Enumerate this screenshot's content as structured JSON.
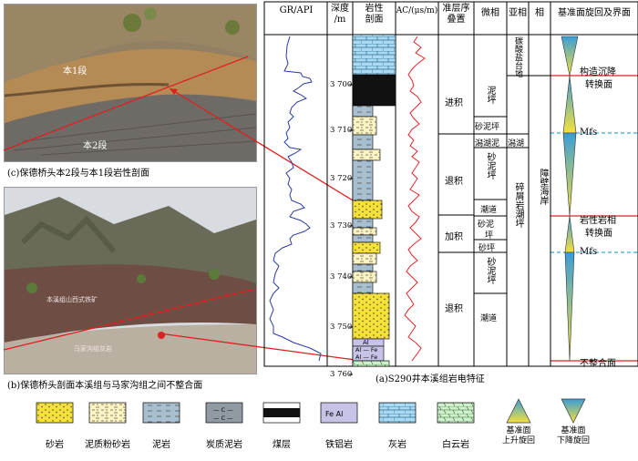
{
  "photos": {
    "c": {
      "label_upper": "本1段",
      "label_lower": "本2段",
      "caption": "(c)保德桥头本2段与本1段岩性剖面"
    },
    "b": {
      "label_upper": "本溪组山西式铁矿",
      "label_lower": "马家沟组灰岩",
      "caption": "(b)保德桥头剖面本溪组与马家沟组之间不整合面"
    }
  },
  "column": {
    "headers": {
      "gr": "GR/API",
      "depth": "深度\n/m",
      "lith": "岩性\n剖面",
      "ac": "AC/(μs/m)",
      "sequence": "准层序\n叠置",
      "microfacies": "微相",
      "subfacies": "亚相",
      "facies": "相",
      "cycle": "基准面旋回及界面"
    },
    "depth_ticks": [
      "3 700",
      "3 710",
      "3 720",
      "3 730",
      "3 740",
      "3 750",
      "3 760"
    ],
    "stacking": [
      "进积",
      "退积",
      "加积",
      "退积"
    ],
    "microfacies": [
      "泥\n坪",
      "砂泥坪",
      "潟湖泥",
      "砂\n泥\n坪",
      "潮道",
      "砂泥\n坪",
      "砂坪",
      "砂\n泥\n坪",
      "潮道"
    ],
    "subfacies": [
      "碳\n酸\n盐\n台\n地",
      "潟湖",
      "碎\n屑\n岩\n潮\n坪"
    ],
    "facies": "障\n壁\n海\n岸",
    "interfaces": [
      "构造沉降\n转换面",
      "Mfs",
      "岩性岩相\n转换面",
      "Mfs",
      "不整合面"
    ],
    "lith_labels": {
      "al": "Al",
      "alfe": "Al — Fe"
    },
    "caption": "(a)S290井本溪组岩电特征"
  },
  "legend": [
    {
      "label": "砂岩",
      "icon": "sandstone-swatch"
    },
    {
      "label": "泥质粉砂岩",
      "icon": "muddy-siltstone-swatch"
    },
    {
      "label": "泥岩",
      "icon": "mudstone-swatch"
    },
    {
      "label": "炭质泥岩",
      "icon": "carbonaceous-mudstone-swatch"
    },
    {
      "label": "煤层",
      "icon": "coal-swatch"
    },
    {
      "label": "铁铝岩",
      "icon": "fe-al-swatch"
    },
    {
      "label": "灰岩",
      "icon": "limestone-swatch"
    },
    {
      "label": "白云岩",
      "icon": "dolomite-swatch"
    },
    {
      "label": "基准面\n上升旋回",
      "icon": "rising-cycle-triangle"
    },
    {
      "label": "基准面\n下降旋回",
      "icon": "falling-cycle-triangle"
    }
  ],
  "legend_swatch_text": {
    "fe_al": "Fe Al",
    "carb": "— C —"
  },
  "colors": {
    "sandstone": "#f5e13a",
    "muddy_siltstone": "#fbf3c2",
    "mudstone": "#a8bfcf",
    "limestone": "#a9daf2",
    "dolomite": "#cfeecb",
    "fe_al": "#c7c3e6",
    "coal": "#111111",
    "gr_curve": "#2b3aa0",
    "ac_curve": "#e0262c",
    "mfs_line": "#39a7d6",
    "pointer": "#e02020"
  }
}
